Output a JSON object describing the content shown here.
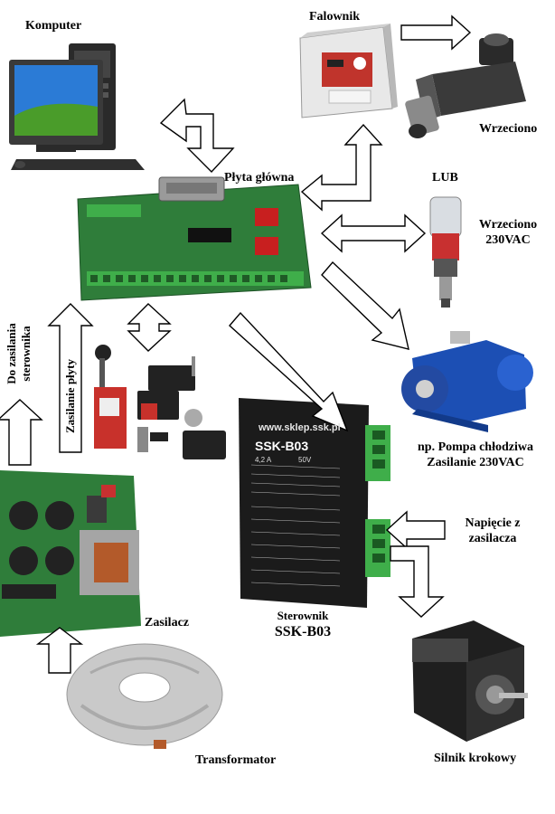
{
  "labels": {
    "komputer": "Komputer",
    "falownik": "Falownik",
    "wrzeciono": "Wrzeciono",
    "plyta_glowna": "Płyta główna",
    "lub": "LUB",
    "wrzeciono_230_line1": "Wrzeciono",
    "wrzeciono_230_line2": "230VAC",
    "pompa_line1": "np. Pompa chłodziwa",
    "pompa_line2": "Zasilanie 230VAC",
    "napiecie_line1": "Napięcie z",
    "napiecie_line2": "zasilacza",
    "sterownik_line1": "Sterownik",
    "sterownik_line2": "SSK-B03",
    "silnik": "Silnik krokowy",
    "zasilacz": "Zasilacz",
    "transformator": "Transformator",
    "do_zasilania_line1": "Do zasilania",
    "do_zasilania_line2": "sterownika",
    "zasilanie_plyty": "Zasilanie płyty"
  },
  "driver": {
    "model": "SSK-B03",
    "current": "4,2 A",
    "voltage": "50V",
    "website": "www.sklep.ssk.pl"
  },
  "colors": {
    "pcb_green": "#2f7d3a",
    "terminal_green": "#3fae4a",
    "pump_blue": "#1c4fb4",
    "psu_red": "#c8312b",
    "driver_black": "#1b1b1b",
    "inverter_gray": "#e6e6e6",
    "arrow_fill": "#ffffff",
    "arrow_stroke": "#000000"
  }
}
